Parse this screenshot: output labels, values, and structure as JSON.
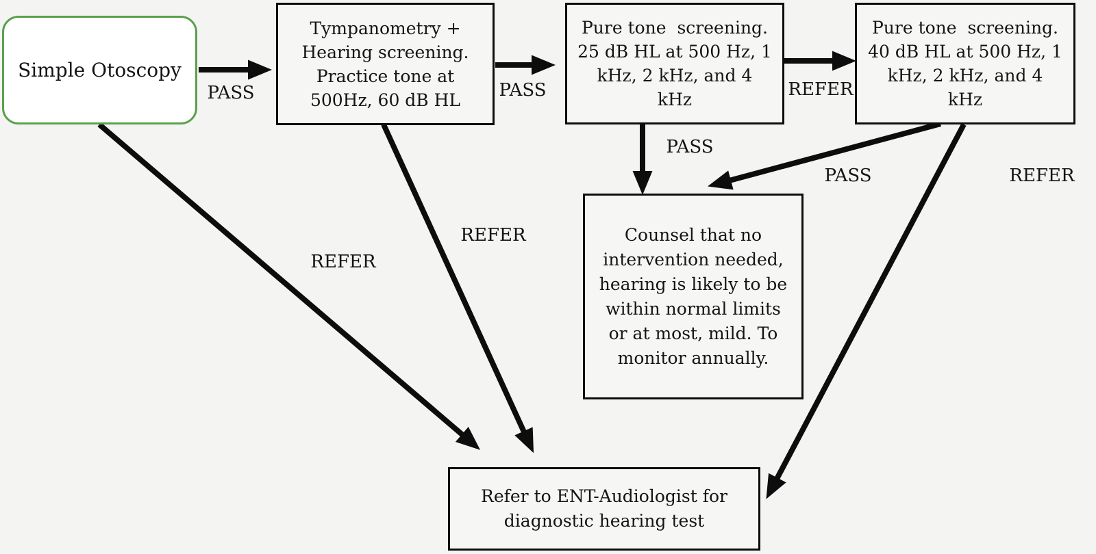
{
  "colors": {
    "background": "#f4f4f2",
    "box_fill": "#f6f6f4",
    "otoscopy_fill": "#ffffff",
    "otoscopy_border": "#5ba04e",
    "box_border": "#0d0d0d",
    "arrow": "#0d0d0d",
    "text": "#141414"
  },
  "nodes": {
    "otoscopy": "Simple Otoscopy",
    "tympanometry": "Tympanometry +\nHearing screening.\nPractice tone at\n500Hz, 60 dB HL",
    "pure_tone_25": "Pure tone  screening.\n25 dB HL at 500 Hz, 1\nkHz, 2 kHz, and 4\nkHz",
    "pure_tone_40": "Pure tone  screening.\n40 dB HL at 500 Hz, 1\nkHz, 2 kHz, and 4\nkHz",
    "counsel": "Counsel that no\nintervention needed,\nhearing is likely to be\nwithin normal limits\nor at most, mild. To\nmonitor annually.",
    "refer_ent": "Refer to ENT-Audiologist for\ndiagnostic hearing test"
  },
  "edge_labels": {
    "otoscopy_pass": "PASS",
    "tympanometry_pass": "PASS",
    "pt25_refer": "REFER",
    "pt25_pass": "PASS",
    "pt40_pass": "PASS",
    "pt40_refer": "REFER",
    "otoscopy_refer": "REFER",
    "tympanometry_refer": "REFER"
  }
}
